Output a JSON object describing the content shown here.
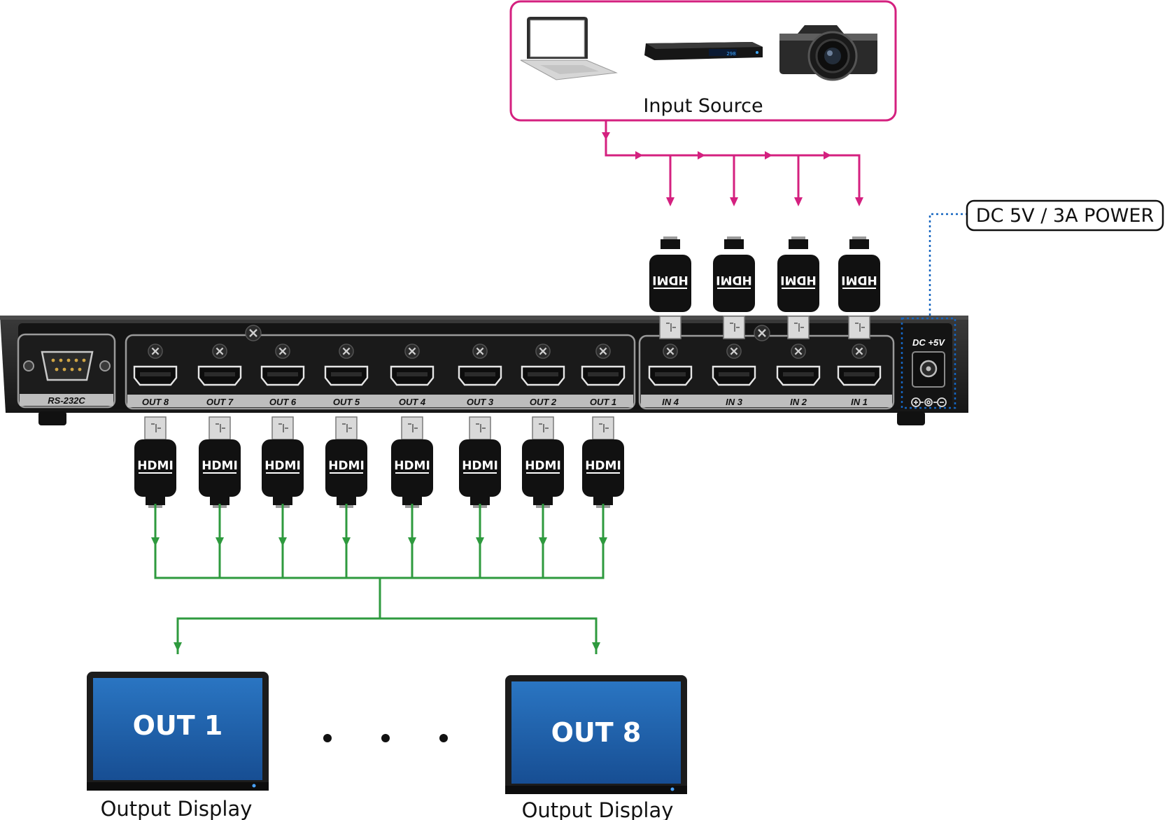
{
  "source": {
    "label": "Input Source",
    "device_icons": [
      "laptop-icon",
      "media-player-icon",
      "camera-icon"
    ],
    "player_display": "298"
  },
  "power": {
    "callout_label": "DC 5V / 3A POWER",
    "jack_label": "DC +5V"
  },
  "device": {
    "serial_label": "RS-232C",
    "outputs": [
      "OUT 8",
      "OUT 7",
      "OUT 6",
      "OUT 5",
      "OUT 4",
      "OUT 3",
      "OUT 2",
      "OUT 1"
    ],
    "inputs": [
      "IN 4",
      "IN 3",
      "IN 2",
      "IN 1"
    ]
  },
  "cable_label": "HDMI",
  "displays": [
    {
      "screen_text": "OUT 1",
      "caption": "Output Display"
    },
    {
      "screen_text": "OUT 8",
      "caption": "Output Display"
    }
  ],
  "colors": {
    "input_line": "#d4207f",
    "output_line": "#2e9a3e",
    "power_callout": "#1565c0",
    "screen_blue": "#1e5ea8"
  }
}
